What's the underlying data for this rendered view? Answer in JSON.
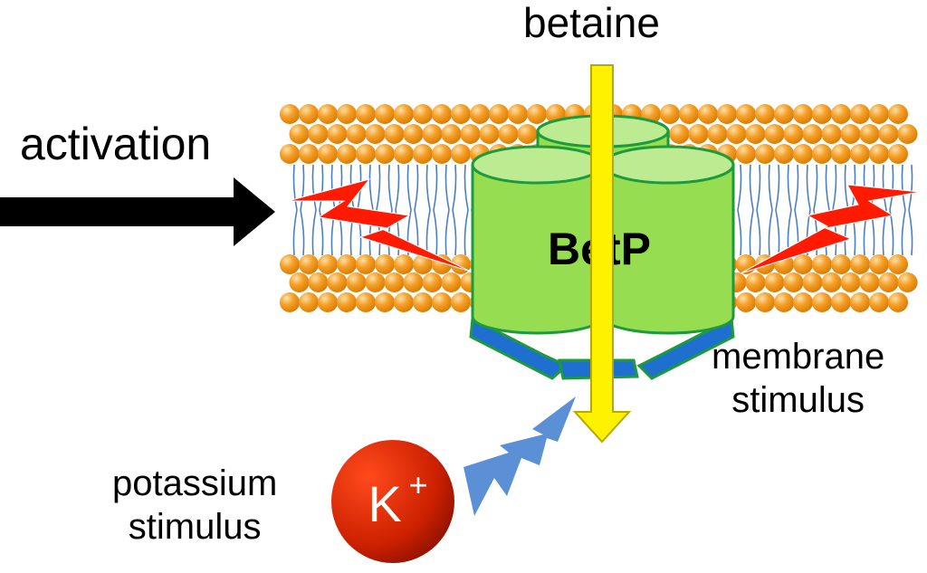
{
  "labels": {
    "activation": "activation",
    "substrate": "betaine",
    "transporter": "BetP",
    "membrane_line1": "membrane",
    "membrane_line2": "stimulus",
    "potassium_line1": "potassium",
    "potassium_line2": "stimulus",
    "ion_symbol": "K",
    "ion_charge": "+"
  },
  "colors": {
    "head_group": "#f39a1c",
    "lipid_tail": "#4a7fc2",
    "transporter_fill": "#96dd52",
    "transporter_top": "#bdeb91",
    "transporter_outline": "#1d9a3c",
    "regulatory_domain": "#1f6fd0",
    "substrate_arrow": "#fff200",
    "lightning_red": "#ff1a00",
    "lightning_blue": "#5b8fd6",
    "ion_fill": "#d42200",
    "activation_arrow": "#000000"
  },
  "icons": [
    "activation-arrow-icon",
    "lightning-left-icon",
    "lightning-right-icon",
    "lightning-potassium-icon"
  ]
}
